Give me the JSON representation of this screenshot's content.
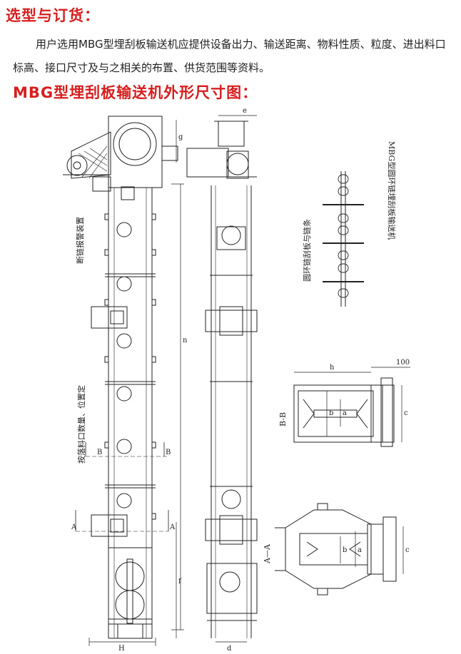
{
  "section_order_title": "选型与订货：",
  "paragraph": "用户选用MBG型埋刮板输送机应提供设备出力、输送距离、物料性质、粒度、进出料口标高、接口尺寸及与之相关的布置、供货范围等资料。",
  "section_drawing_title": "MBG型埋刮板输送机外形尺寸图：",
  "drawing": {
    "label_drive_guard": "断链报警装置",
    "label_outlet": "按落料口数量、位置定",
    "label_chain_left": "圆环链刮板与链条",
    "label_chain_right": "MBG型圆环链埋刮板输送机",
    "label_bb": "B-B",
    "label_aa": "A—A",
    "dim_e": "e",
    "dim_g": "g",
    "dim_n": "n",
    "dim_f": "f",
    "dim_H": "H",
    "dim_d": "d",
    "dim_h": "h",
    "dim_100": "100",
    "dim_a": "a",
    "dim_b": "b",
    "dim_c": "c",
    "mark_A": "A",
    "mark_B": "B"
  }
}
